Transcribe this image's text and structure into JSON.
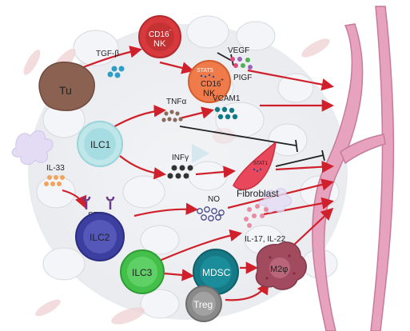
{
  "labels": {
    "tu": "Tu",
    "tgf_beta": "TGF-β",
    "cd16_nk_top_line1": "CD16",
    "cd16_nk_top_sup": "-",
    "cd16_nk_top_line2": "NK",
    "vegf": "VEGF",
    "stat5": "STAT5",
    "cd16_nk_bottom_line1": "CD16",
    "cd16_nk_bottom_sup": "+",
    "cd16_nk_bottom_line2": "NK",
    "pigf": "PIGF",
    "tnf_alpha": "TNFα",
    "vcam1": "VCAM1",
    "ilc1": "ILC1",
    "il33": "IL-33",
    "inf_gamma": "INFγ",
    "stat1": "STAT1",
    "fibroblast": "Fibroblast",
    "st2": "ST2",
    "no": "NO",
    "ilc2": "ILC2",
    "il17_il22": "IL-17, IL-22",
    "ilc3": "ILC3",
    "mdsc": "MDSC",
    "m2": "M2φ",
    "treg": "Treg"
  },
  "colors": {
    "arrow": "#d0202b",
    "vessel": "#e7a3be",
    "vessel_edge": "#c77a9b",
    "tumor": "#8b6252",
    "nk": "#d8393c",
    "nk_orange": "#ef7b4b",
    "ilc1": "#bfe7ea",
    "ilc2": "#3c3ea0",
    "ilc3": "#44c04a",
    "mdsc": "#157a86",
    "treg": "#8a8a8a",
    "m2": "#a24a5e",
    "fibroblast": "#e9475c",
    "tgf_dots": "#2f9ec7",
    "tnf_dots": "#8a6a5e",
    "vcam_dots": "#127a85",
    "inf_dots": "#333333",
    "il33_dots": "#f2a35e",
    "il17_dots": "#e98aa3",
    "no_dots": "#4a4a8a"
  },
  "icons": [
    "tumor-cell-icon",
    "nk-cell-icon",
    "ilc-cell-icon",
    "fibroblast-icon",
    "macrophage-icon",
    "dendritic-cell-icon",
    "receptor-icon",
    "blood-vessel-icon"
  ]
}
